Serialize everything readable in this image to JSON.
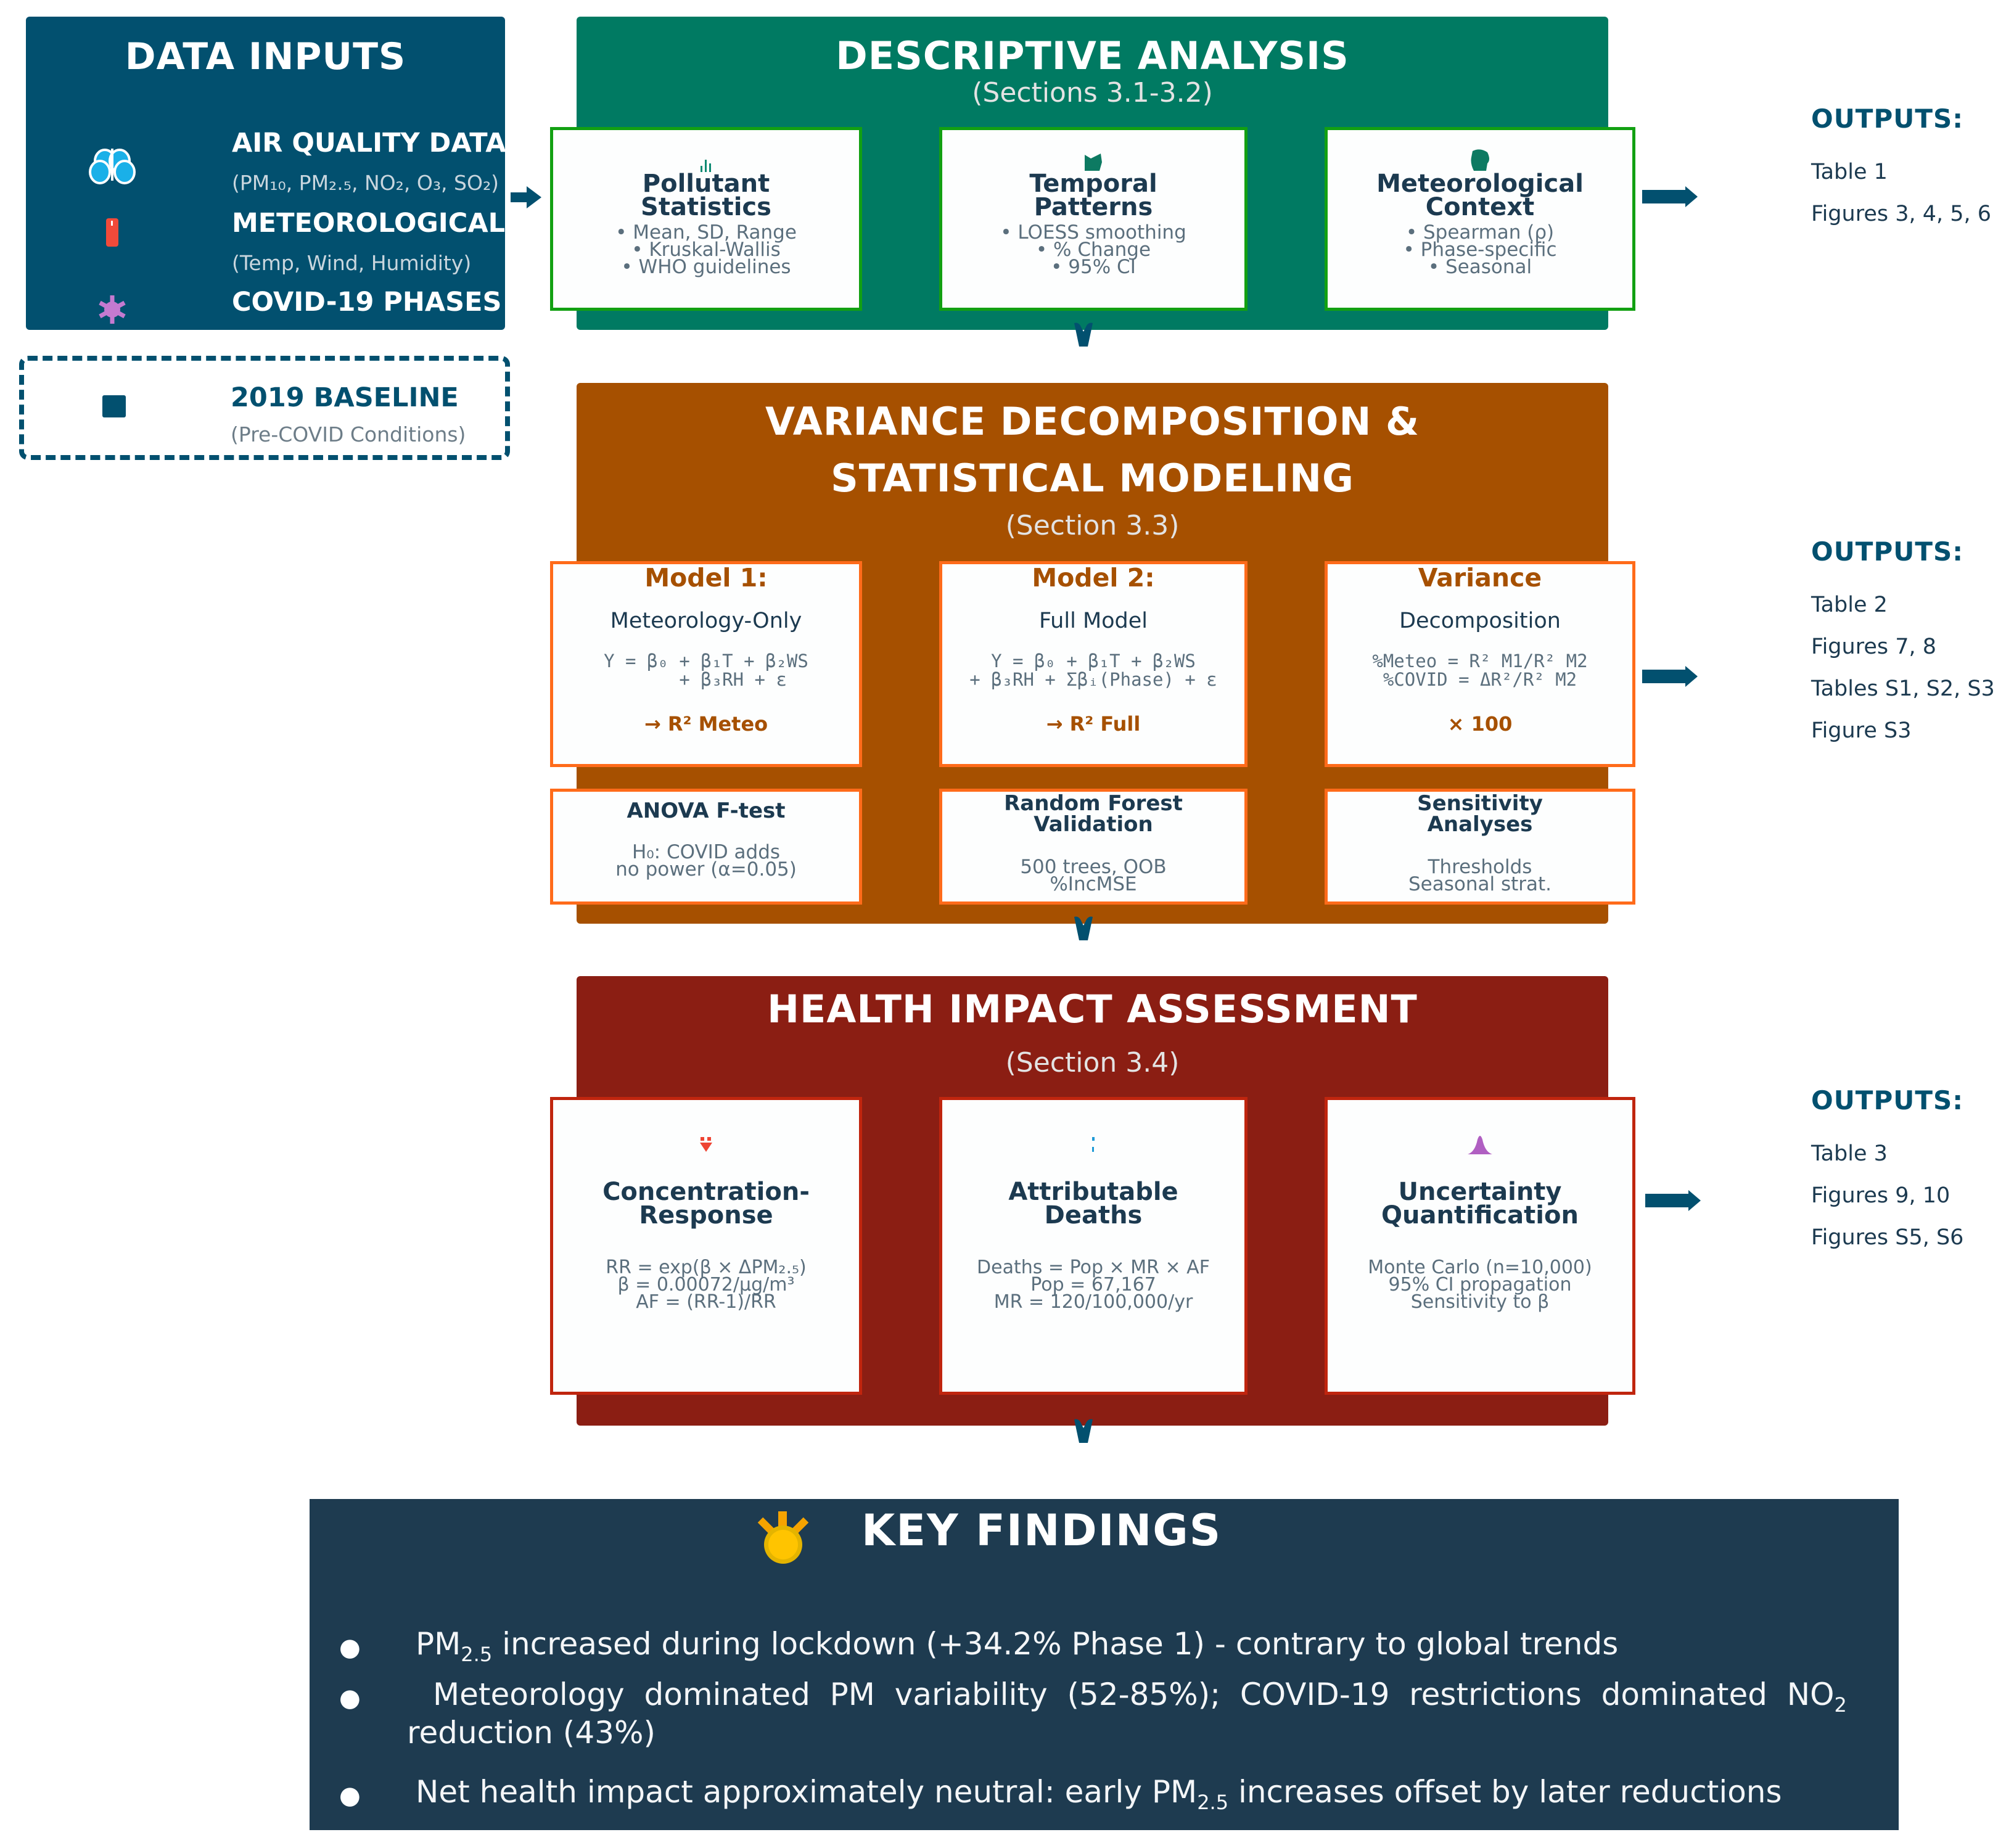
{
  "data_inputs": {
    "title": "DATA INPUTS",
    "items": [
      {
        "icon": "lungs-icon",
        "title": "AIR QUALITY DATA",
        "subtitle": "(PM₁₀, PM₂.₅, NO₂, O₃, SO₂)"
      },
      {
        "icon": "thermometer-icon",
        "title": "METEOROLOGICAL",
        "subtitle": "(Temp, Wind, Humidity)"
      },
      {
        "icon": "virus-icon",
        "title": "COVID-19 PHASES",
        "subtitle": ""
      }
    ],
    "baseline": {
      "icon": "square-icon",
      "title": "2019 BASELINE",
      "subtitle": "(Pre-COVID Conditions)"
    }
  },
  "descriptive": {
    "title": "DESCRIPTIVE ANALYSIS",
    "subtitle": "(Sections 3.1-3.2)",
    "color": "#007a62",
    "cards": [
      {
        "icon": "bar-chart-icon",
        "title": [
          "Pollutant",
          "Statistics"
        ],
        "bullets": [
          "• Mean, SD, Range",
          "• Kruskal-Wallis",
          "• WHO guidelines"
        ]
      },
      {
        "icon": "trend-chart-icon",
        "title": [
          "Temporal",
          "Patterns"
        ],
        "bullets": [
          "• LOESS smoothing",
          "• % Change",
          "• 95% CI"
        ]
      },
      {
        "icon": "weather-icon",
        "title": [
          "Meteorological",
          "Context"
        ],
        "bullets": [
          "• Spearman (ρ)",
          "• Phase-specific",
          "• Seasonal"
        ]
      }
    ],
    "outputs": {
      "label": "OUTPUTS:",
      "items": [
        "Table 1",
        "Figures 3, 4, 5, 6"
      ]
    }
  },
  "variance": {
    "title_line1": "VARIANCE DECOMPOSITION &",
    "title_line2": "STATISTICAL MODELING",
    "subtitle": "(Section 3.3)",
    "color": "#a65000",
    "models": [
      {
        "title": "Model 1:",
        "subtitle": "Meteorology-Only",
        "formula": "Y = β₀ + β₁T + β₂WS\n     + β₃RH + ε",
        "result": "→ R² Meteo"
      },
      {
        "title": "Model 2:",
        "subtitle": "Full Model",
        "formula": "Y = β₀ + β₁T + β₂WS\n+ β₃RH + Σβᵢ(Phase) + ε",
        "result": "→ R² Full"
      },
      {
        "title": "Variance",
        "subtitle": "Decomposition",
        "formula": "%Meteo = R² M1/R² M2\n%COVID = ΔR²/R² M2",
        "result": "× 100"
      }
    ],
    "tests": [
      {
        "title": [
          "ANOVA F-test"
        ],
        "body": [
          "H₀: COVID adds",
          "no power (α=0.05)"
        ]
      },
      {
        "title": [
          "Random Forest",
          "Validation"
        ],
        "body": [
          "500 trees, OOB",
          "%IncMSE"
        ]
      },
      {
        "title": [
          "Sensitivity",
          "Analyses"
        ],
        "body": [
          "Thresholds",
          "Seasonal strat."
        ]
      }
    ],
    "outputs": {
      "label": "OUTPUTS:",
      "items": [
        "Table 2",
        "Figures 7, 8",
        "Tables S1, S2, S3",
        "Figure S3"
      ]
    }
  },
  "health": {
    "title": "HEALTH IMPACT ASSESSMENT",
    "subtitle": "(Section 3.4)",
    "color": "#8b1e13",
    "cards": [
      {
        "icon": "heart-icon",
        "title": [
          "Concentration-",
          "Response"
        ],
        "body": [
          "RR = exp(β × ΔPM₂.₅)",
          "β = 0.00072/μg/m³",
          "AF = (RR-1)/RR"
        ]
      },
      {
        "icon": "person-icon",
        "title": [
          "Attributable",
          "Deaths"
        ],
        "body": [
          "Deaths = Pop × MR × AF",
          "Pop = 67,167",
          "MR = 120/100,000/yr"
        ]
      },
      {
        "icon": "distribution-icon",
        "title": [
          "Uncertainty",
          "Quantification"
        ],
        "body": [
          "Monte Carlo (n=10,000)",
          "95% CI propagation",
          "Sensitivity to β"
        ]
      }
    ],
    "outputs": {
      "label": "OUTPUTS:",
      "items": [
        "Table 3",
        "Figures 9, 10",
        "Figures S5, S6"
      ]
    }
  },
  "key_findings": {
    "title": "KEY FINDINGS",
    "icon": "lightbulb-icon",
    "items": [
      {
        "pre": "PM",
        "sub": "2.5",
        "post": " increased during lockdown (+34.2% Phase 1) - contrary to global trends"
      },
      {
        "pre": "Meteorology  dominated  PM  variability  (52-85%);  COVID-19  restrictions  dominated  NO",
        "sub": "2",
        "post": "",
        "line2": "reduction (43%)"
      },
      {
        "pre": "Net health impact approximately neutral: early PM",
        "sub": "2.5",
        "post": " increases offset by later reductions"
      }
    ]
  }
}
